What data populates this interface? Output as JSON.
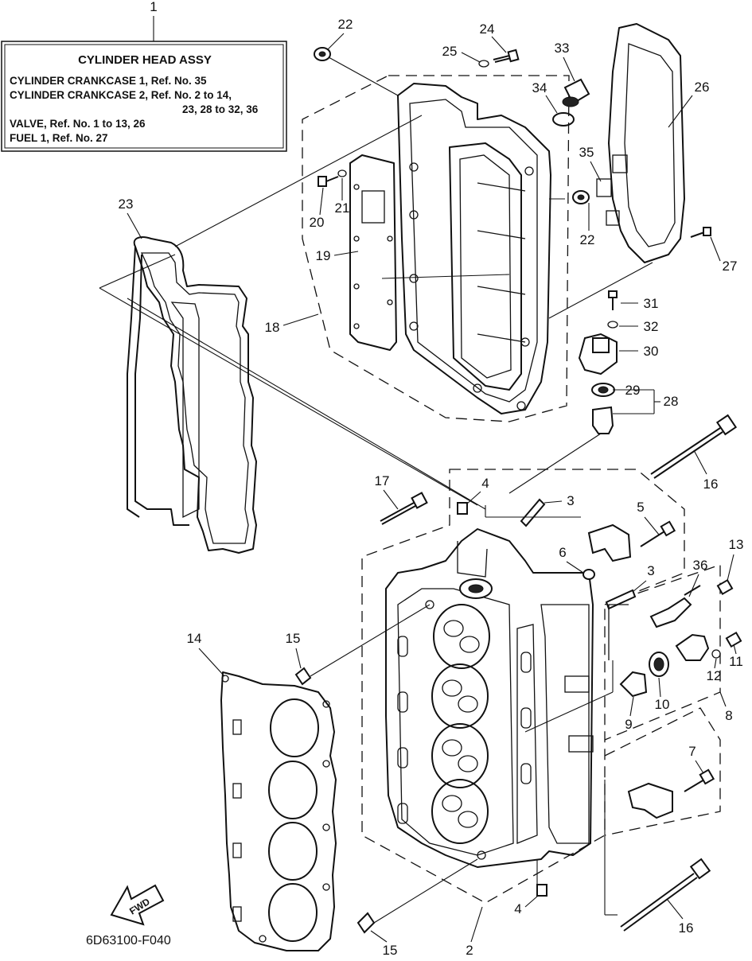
{
  "info_box": {
    "ref_label": "1",
    "title": "CYLINDER HEAD ASSY",
    "lines": [
      "CYLINDER CRANKCASE 1,  Ref. No. 35",
      "CYLINDER CRANKCASE 2,  Ref. No. 2 to 14,",
      "23, 28 to 32, 36",
      "VALVE,  Ref. No. 1 to 13, 26",
      "FUEL 1, Ref. No. 27"
    ]
  },
  "drawing_code": "6D63100-F040",
  "fwd_label": "FWD",
  "callouts": [
    {
      "id": "c22a",
      "text": "22"
    },
    {
      "id": "c24",
      "text": "24"
    },
    {
      "id": "c25",
      "text": "25"
    },
    {
      "id": "c33",
      "text": "33"
    },
    {
      "id": "c34",
      "text": "34"
    },
    {
      "id": "c26",
      "text": "26"
    },
    {
      "id": "c35",
      "text": "35"
    },
    {
      "id": "c20",
      "text": "20"
    },
    {
      "id": "c21",
      "text": "21"
    },
    {
      "id": "c22b",
      "text": "22"
    },
    {
      "id": "c23",
      "text": "23"
    },
    {
      "id": "c19",
      "text": "19"
    },
    {
      "id": "c27",
      "text": "27"
    },
    {
      "id": "c18",
      "text": "18"
    },
    {
      "id": "c31",
      "text": "31"
    },
    {
      "id": "c32",
      "text": "32"
    },
    {
      "id": "c30",
      "text": "30"
    },
    {
      "id": "c29",
      "text": "29"
    },
    {
      "id": "c28",
      "text": "28"
    },
    {
      "id": "c17",
      "text": "17"
    },
    {
      "id": "c4a",
      "text": "4"
    },
    {
      "id": "c3a",
      "text": "3"
    },
    {
      "id": "c16a",
      "text": "16"
    },
    {
      "id": "c5",
      "text": "5"
    },
    {
      "id": "c6",
      "text": "6"
    },
    {
      "id": "c3b",
      "text": "3"
    },
    {
      "id": "c36",
      "text": "36"
    },
    {
      "id": "c13",
      "text": "13"
    },
    {
      "id": "c14",
      "text": "14"
    },
    {
      "id": "c15a",
      "text": "15"
    },
    {
      "id": "c11",
      "text": "11"
    },
    {
      "id": "c12",
      "text": "12"
    },
    {
      "id": "c10",
      "text": "10"
    },
    {
      "id": "c9",
      "text": "9"
    },
    {
      "id": "c8",
      "text": "8"
    },
    {
      "id": "c7",
      "text": "7"
    },
    {
      "id": "c4b",
      "text": "4"
    },
    {
      "id": "c16b",
      "text": "16"
    },
    {
      "id": "c15b",
      "text": "15"
    },
    {
      "id": "c2",
      "text": "2"
    }
  ]
}
